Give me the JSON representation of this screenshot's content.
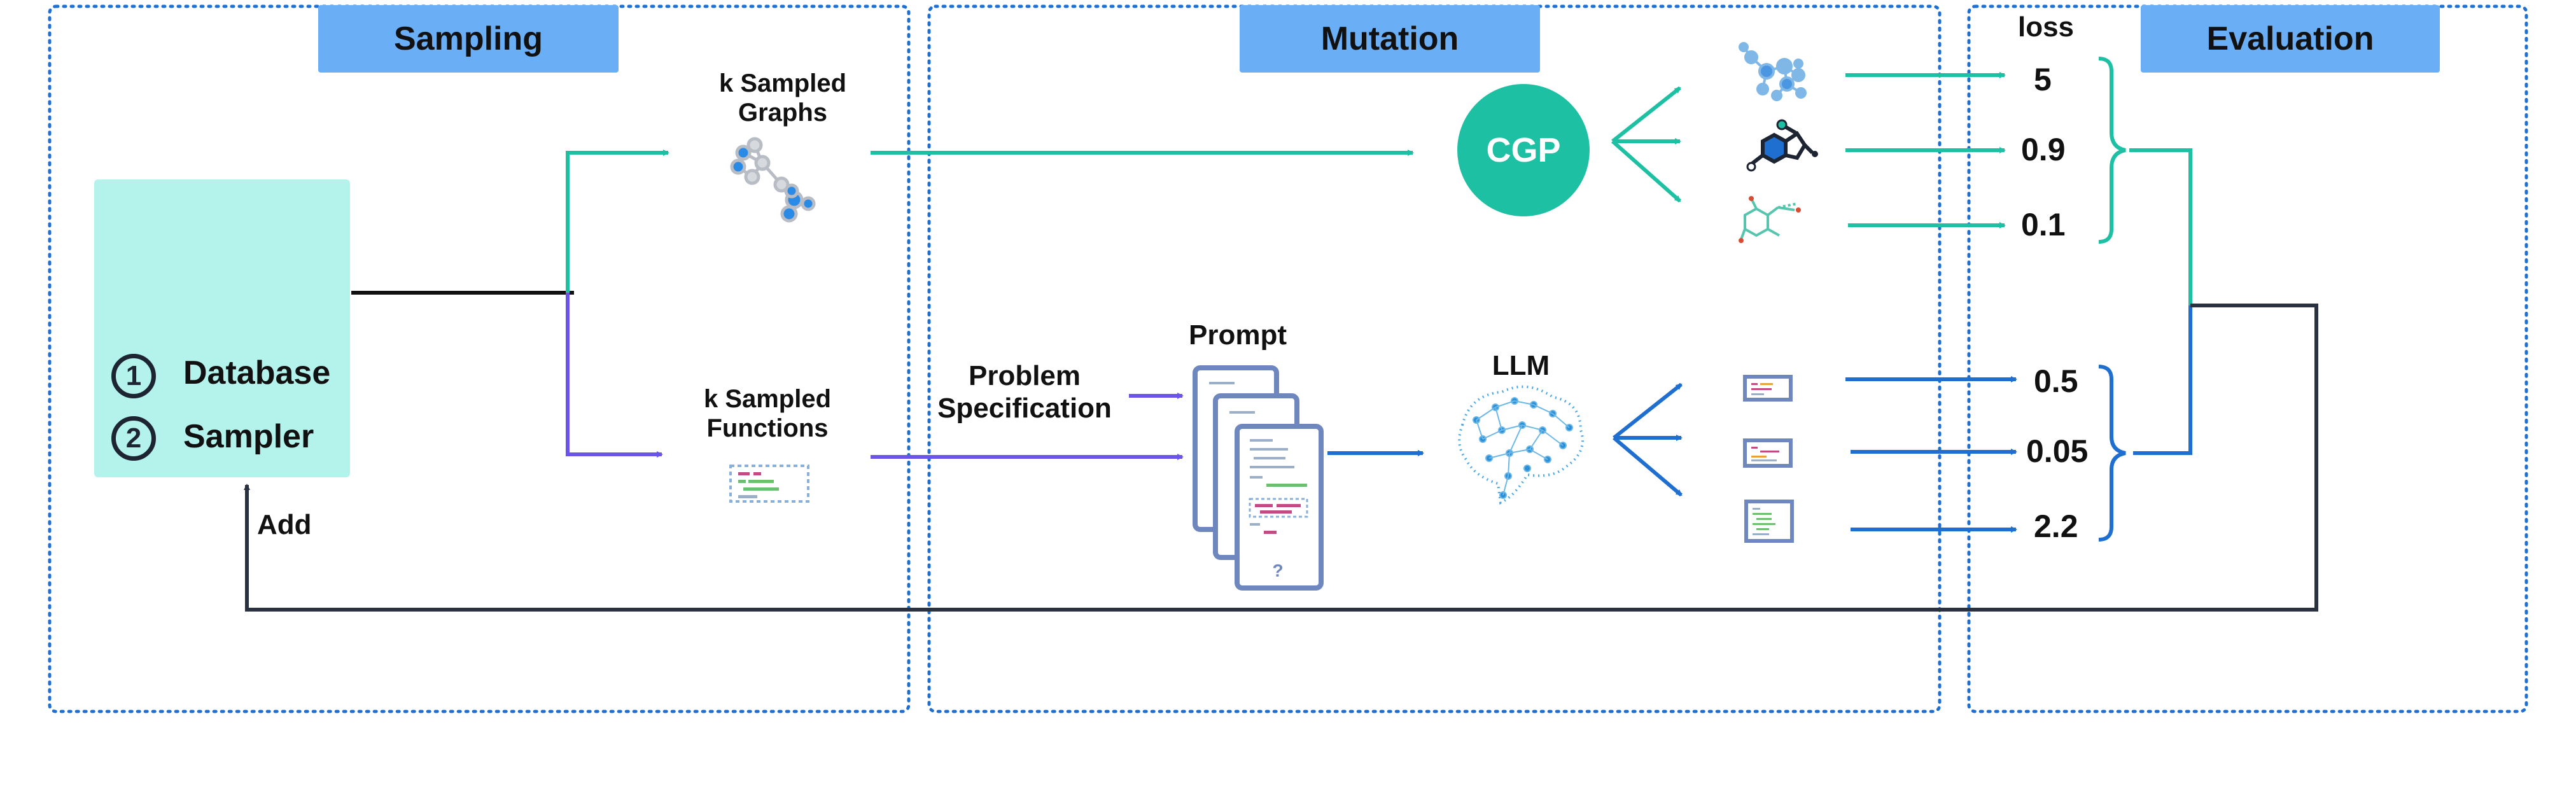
{
  "sections": {
    "sampling": "Sampling",
    "mutation": "Mutation",
    "evaluation": "Evaluation"
  },
  "database": {
    "step1_number": "1",
    "step1_label": "Database",
    "step2_number": "2",
    "step2_label": "Sampler"
  },
  "sampling": {
    "graphs_label": "k Sampled\nGraphs",
    "functions_label": "k Sampled\nFunctions",
    "add_label": "Add"
  },
  "mutation": {
    "problem_label": "Problem\nSpecification",
    "prompt_label": "Prompt",
    "cgp_label": "CGP",
    "llm_label": "LLM",
    "prompt_question": "?"
  },
  "evaluation": {
    "loss_header": "loss",
    "graph_losses": [
      "5",
      "0.9",
      "0.1"
    ],
    "function_losses": [
      "0.5",
      "0.05",
      "2.2"
    ]
  },
  "colors": {
    "teal": "#1ec0a4",
    "purple": "#6b55e8",
    "blue": "#1f6fd1",
    "dark": "#2a3140",
    "section_border": "#1f6fd1",
    "header_fill": "#6aaef6",
    "database_fill": "#b4f3ec",
    "database_icon": "#4a86c5"
  }
}
